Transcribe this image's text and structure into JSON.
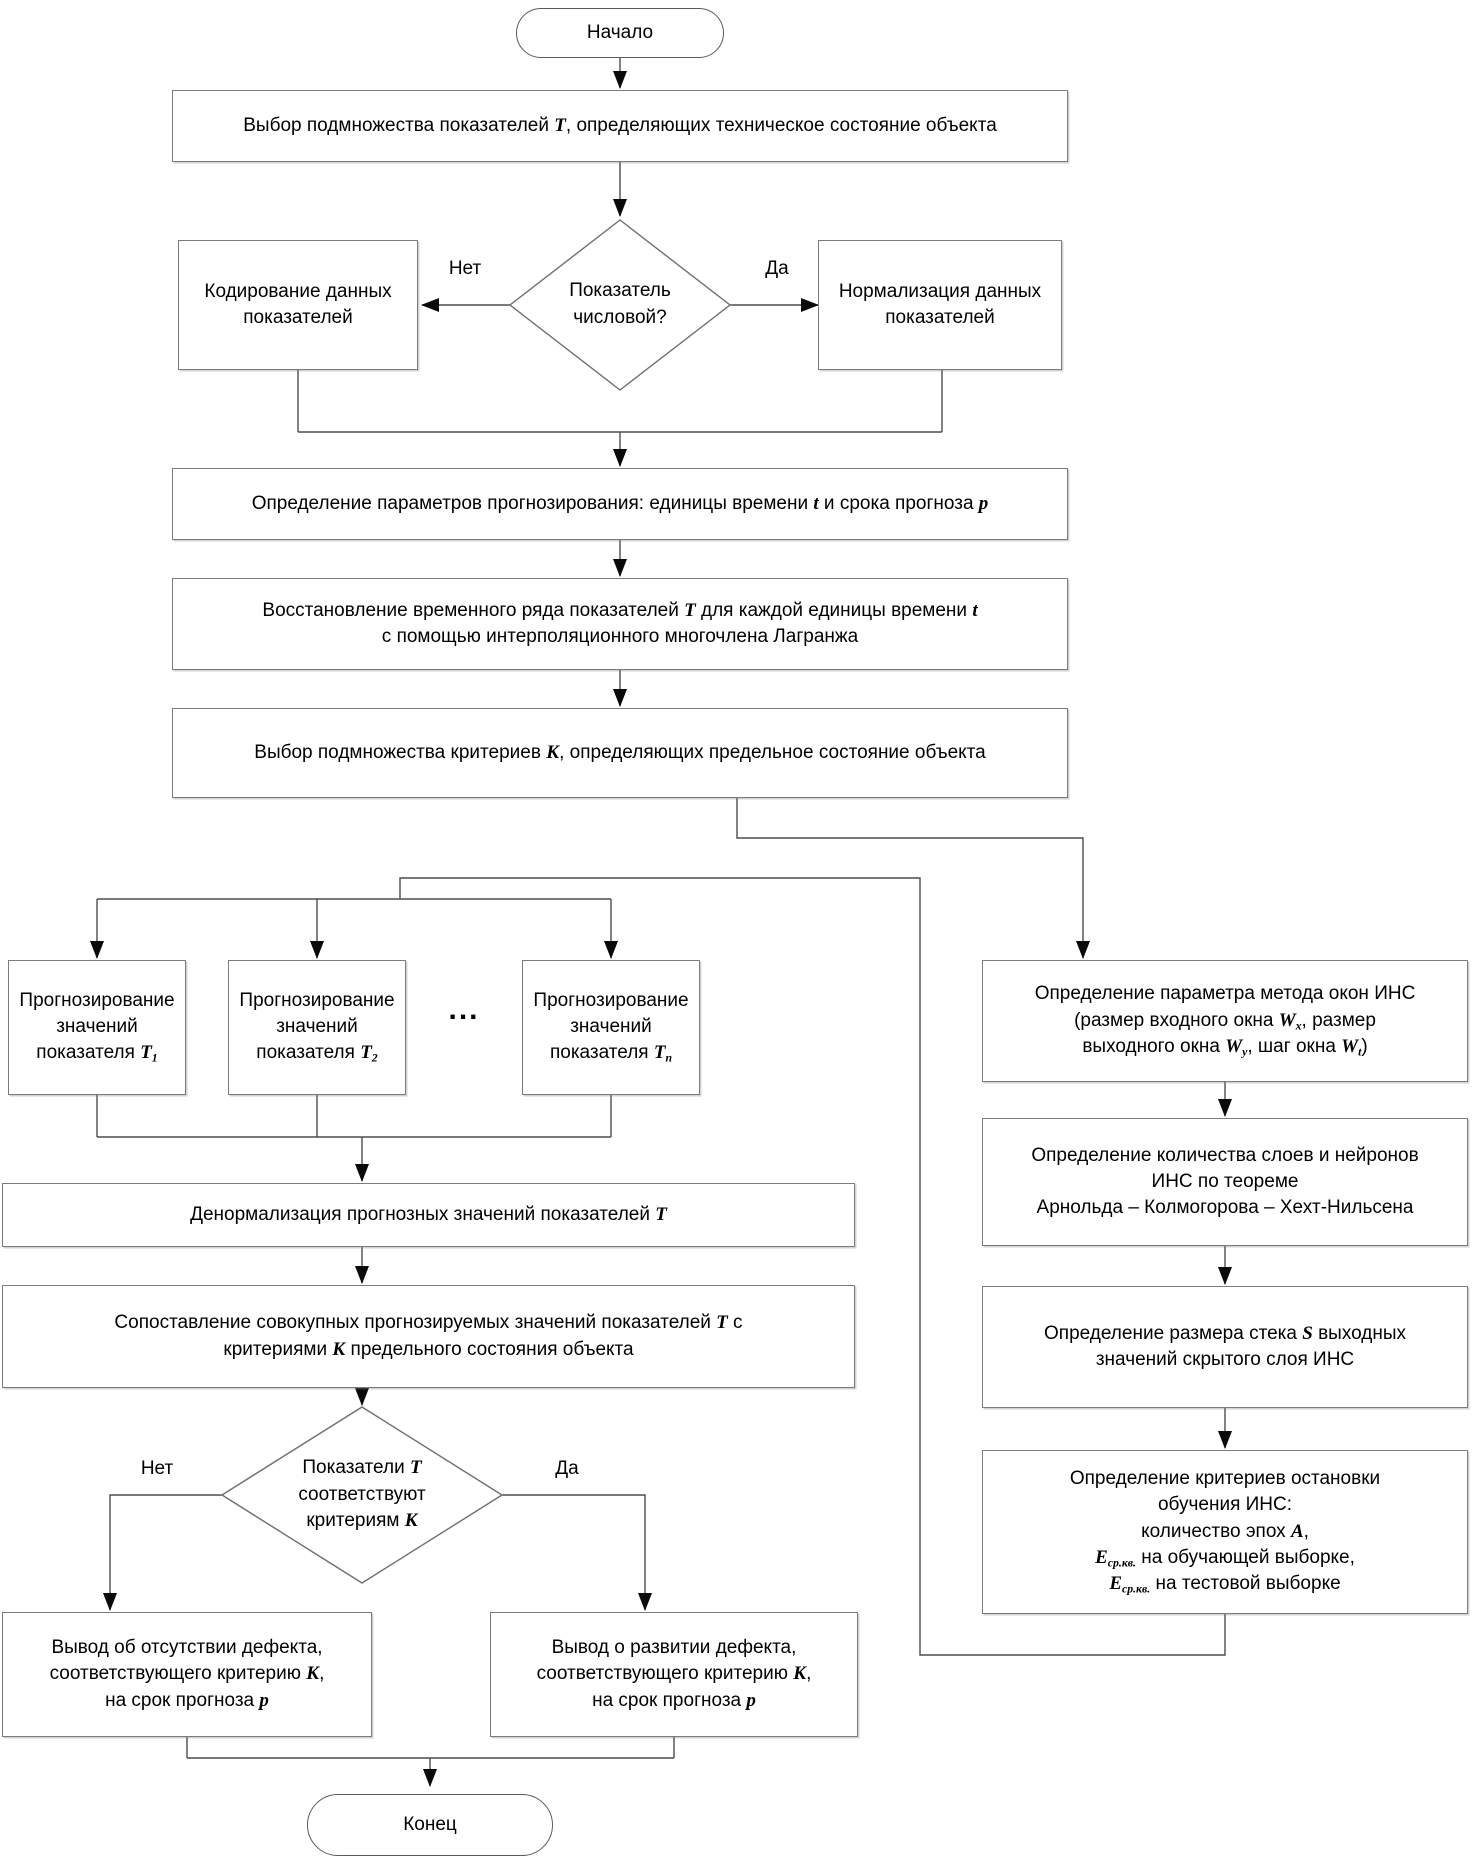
{
  "colors": {
    "background": "#ffffff",
    "line": "#4d4d4d",
    "arrowhead": "#000000",
    "box_border": "#7c7c7c",
    "text": "#000000"
  },
  "diagram": {
    "start": "Начало",
    "end": "Конец",
    "ellipsis": "...",
    "decision_numeric": {
      "text": [
        {
          "t": "Показатель"
        },
        {
          "br": true
        },
        {
          "t": "числовой?"
        }
      ],
      "no": "Нет",
      "yes": "Да"
    },
    "decision_match": {
      "text": [
        {
          "t": "Показатели "
        },
        {
          "t": "Т",
          "var": true
        },
        {
          "br": true
        },
        {
          "t": "соответствуют"
        },
        {
          "br": true
        },
        {
          "t": "критериям "
        },
        {
          "t": "К",
          "var": true
        }
      ],
      "no": "Нет",
      "yes": "Да"
    },
    "step_select_indicators": [
      {
        "t": "Выбор подмножества показателей "
      },
      {
        "t": "Т",
        "var": true
      },
      {
        "t": ", определяющих техническое состояние объекта"
      }
    ],
    "step_coding": [
      {
        "t": "Кодирование данных"
      },
      {
        "br": true
      },
      {
        "t": "показателей"
      }
    ],
    "step_normalization": [
      {
        "t": "Нормализация данных"
      },
      {
        "br": true
      },
      {
        "t": "показателей"
      }
    ],
    "step_forecast_params": [
      {
        "t": "Определение параметров прогнозирования: единицы времени "
      },
      {
        "t": "t",
        "var": true
      },
      {
        "t": " и срока прогноза "
      },
      {
        "t": "p",
        "var": true
      }
    ],
    "step_restore_series": [
      {
        "t": "Восстановление временного ряда показателей "
      },
      {
        "t": "Т",
        "var": true
      },
      {
        "t": " для каждой единицы времени "
      },
      {
        "t": "t",
        "var": true
      },
      {
        "br": true
      },
      {
        "t": "с помощью интерполяционного многочлена Лагранжа"
      }
    ],
    "step_select_criteria": [
      {
        "t": "Выбор подмножества критериев "
      },
      {
        "t": "К",
        "var": true
      },
      {
        "t": ", определяющих предельное состояние объекта"
      }
    ],
    "forecast_t1": [
      {
        "t": "Прогнозирование"
      },
      {
        "br": true
      },
      {
        "t": "значений"
      },
      {
        "br": true
      },
      {
        "t": "показателя "
      },
      {
        "t": "Т",
        "var": true
      },
      {
        "t": "1",
        "var": true,
        "sub": true
      }
    ],
    "forecast_t2": [
      {
        "t": "Прогнозирование"
      },
      {
        "br": true
      },
      {
        "t": "значений"
      },
      {
        "br": true
      },
      {
        "t": "показателя "
      },
      {
        "t": "Т",
        "var": true
      },
      {
        "t": "2",
        "var": true,
        "sub": true
      }
    ],
    "forecast_tn": [
      {
        "t": "Прогнозирование"
      },
      {
        "br": true
      },
      {
        "t": "значений"
      },
      {
        "br": true
      },
      {
        "t": "показателя "
      },
      {
        "t": "Т",
        "var": true
      },
      {
        "t": "n",
        "var": true,
        "sub": true
      }
    ],
    "ann_windows": [
      {
        "t": "Определение параметра метода окон ИНС"
      },
      {
        "br": true
      },
      {
        "t": "(размер входного окна "
      },
      {
        "t": "W",
        "var": true
      },
      {
        "t": "x",
        "var": true,
        "sub": true
      },
      {
        "t": ", размер"
      },
      {
        "br": true
      },
      {
        "t": "выходного окна "
      },
      {
        "t": "W",
        "var": true
      },
      {
        "t": "y",
        "var": true,
        "sub": true
      },
      {
        "t": ", шаг окна "
      },
      {
        "t": "W",
        "var": true
      },
      {
        "t": "t",
        "var": true,
        "sub": true
      },
      {
        "t": ")"
      }
    ],
    "ann_layers": [
      {
        "t": "Определение количества слоев и нейронов"
      },
      {
        "br": true
      },
      {
        "t": "ИНС по теореме"
      },
      {
        "br": true
      },
      {
        "t": "Арнольда – Колмогорова – Хехт-Нильсена"
      }
    ],
    "ann_stack": [
      {
        "t": "Определение размера стека "
      },
      {
        "t": "S",
        "var": true
      },
      {
        "t": " выходных"
      },
      {
        "br": true
      },
      {
        "t": "значений скрытого слоя ИНС"
      }
    ],
    "ann_stop": [
      {
        "t": "Определение критериев остановки"
      },
      {
        "br": true
      },
      {
        "t": "обучения ИНС:"
      },
      {
        "br": true
      },
      {
        "t": "количество эпох "
      },
      {
        "t": "А",
        "var": true
      },
      {
        "t": ","
      },
      {
        "br": true
      },
      {
        "t": "Е",
        "var": true
      },
      {
        "t": "ср.кв.",
        "var": true,
        "sub": true
      },
      {
        "t": " на обучающей выборке,"
      },
      {
        "br": true
      },
      {
        "t": "Е",
        "var": true
      },
      {
        "t": "ср.кв.",
        "var": true,
        "sub": true
      },
      {
        "t": " на тестовой выборке"
      }
    ],
    "step_denormalization": [
      {
        "t": "Денормализация прогнозных значений показателей "
      },
      {
        "t": "Т",
        "var": true
      }
    ],
    "step_compare": [
      {
        "t": "Сопоставление совокупных прогнозируемых значений показателей "
      },
      {
        "t": "Т",
        "var": true
      },
      {
        "t": " с"
      },
      {
        "br": true
      },
      {
        "t": "критериями "
      },
      {
        "t": "К",
        "var": true
      },
      {
        "t": " предельного состояния объекта"
      }
    ],
    "out_no_defect": [
      {
        "t": "Вывод об отсутствии дефекта,"
      },
      {
        "br": true
      },
      {
        "t": "соответствующего критерию "
      },
      {
        "t": "К",
        "var": true
      },
      {
        "t": ","
      },
      {
        "br": true
      },
      {
        "t": "на срок прогноза "
      },
      {
        "t": "p",
        "var": true
      }
    ],
    "out_defect": [
      {
        "t": "Вывод о развитии дефекта,"
      },
      {
        "br": true
      },
      {
        "t": "соответствующего критерию "
      },
      {
        "t": "К",
        "var": true
      },
      {
        "t": ","
      },
      {
        "br": true
      },
      {
        "t": "на срок прогноза "
      },
      {
        "t": "p",
        "var": true
      }
    ]
  }
}
